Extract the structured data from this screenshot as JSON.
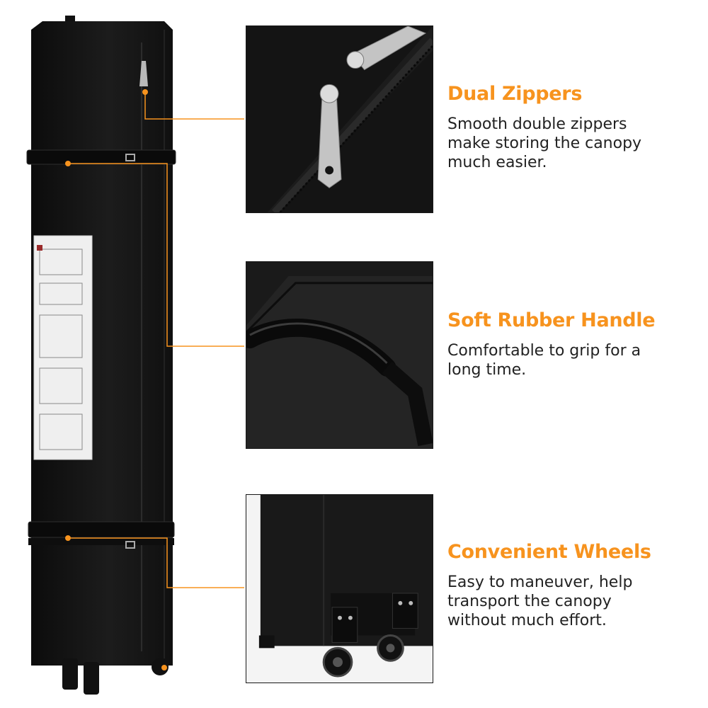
{
  "features": [
    {
      "title": "Dual Zippers",
      "lines": [
        "Smooth double zippers",
        "make storing the canopy",
        "much easier."
      ],
      "icon": "zipper-closeup-photo"
    },
    {
      "title": "Soft Rubber Handle",
      "lines": [
        "Comfortable to grip for a",
        "long time."
      ],
      "icon": "handle-closeup-photo"
    },
    {
      "title": "Convenient Wheels",
      "lines": [
        "Easy to maneuver, help",
        "transport the canopy",
        "without much effort."
      ],
      "icon": "wheels-closeup-photo"
    }
  ],
  "colors": {
    "accent": "#f7931e",
    "leader": "#f7931e",
    "bag": "#151515",
    "text": "#222222"
  }
}
